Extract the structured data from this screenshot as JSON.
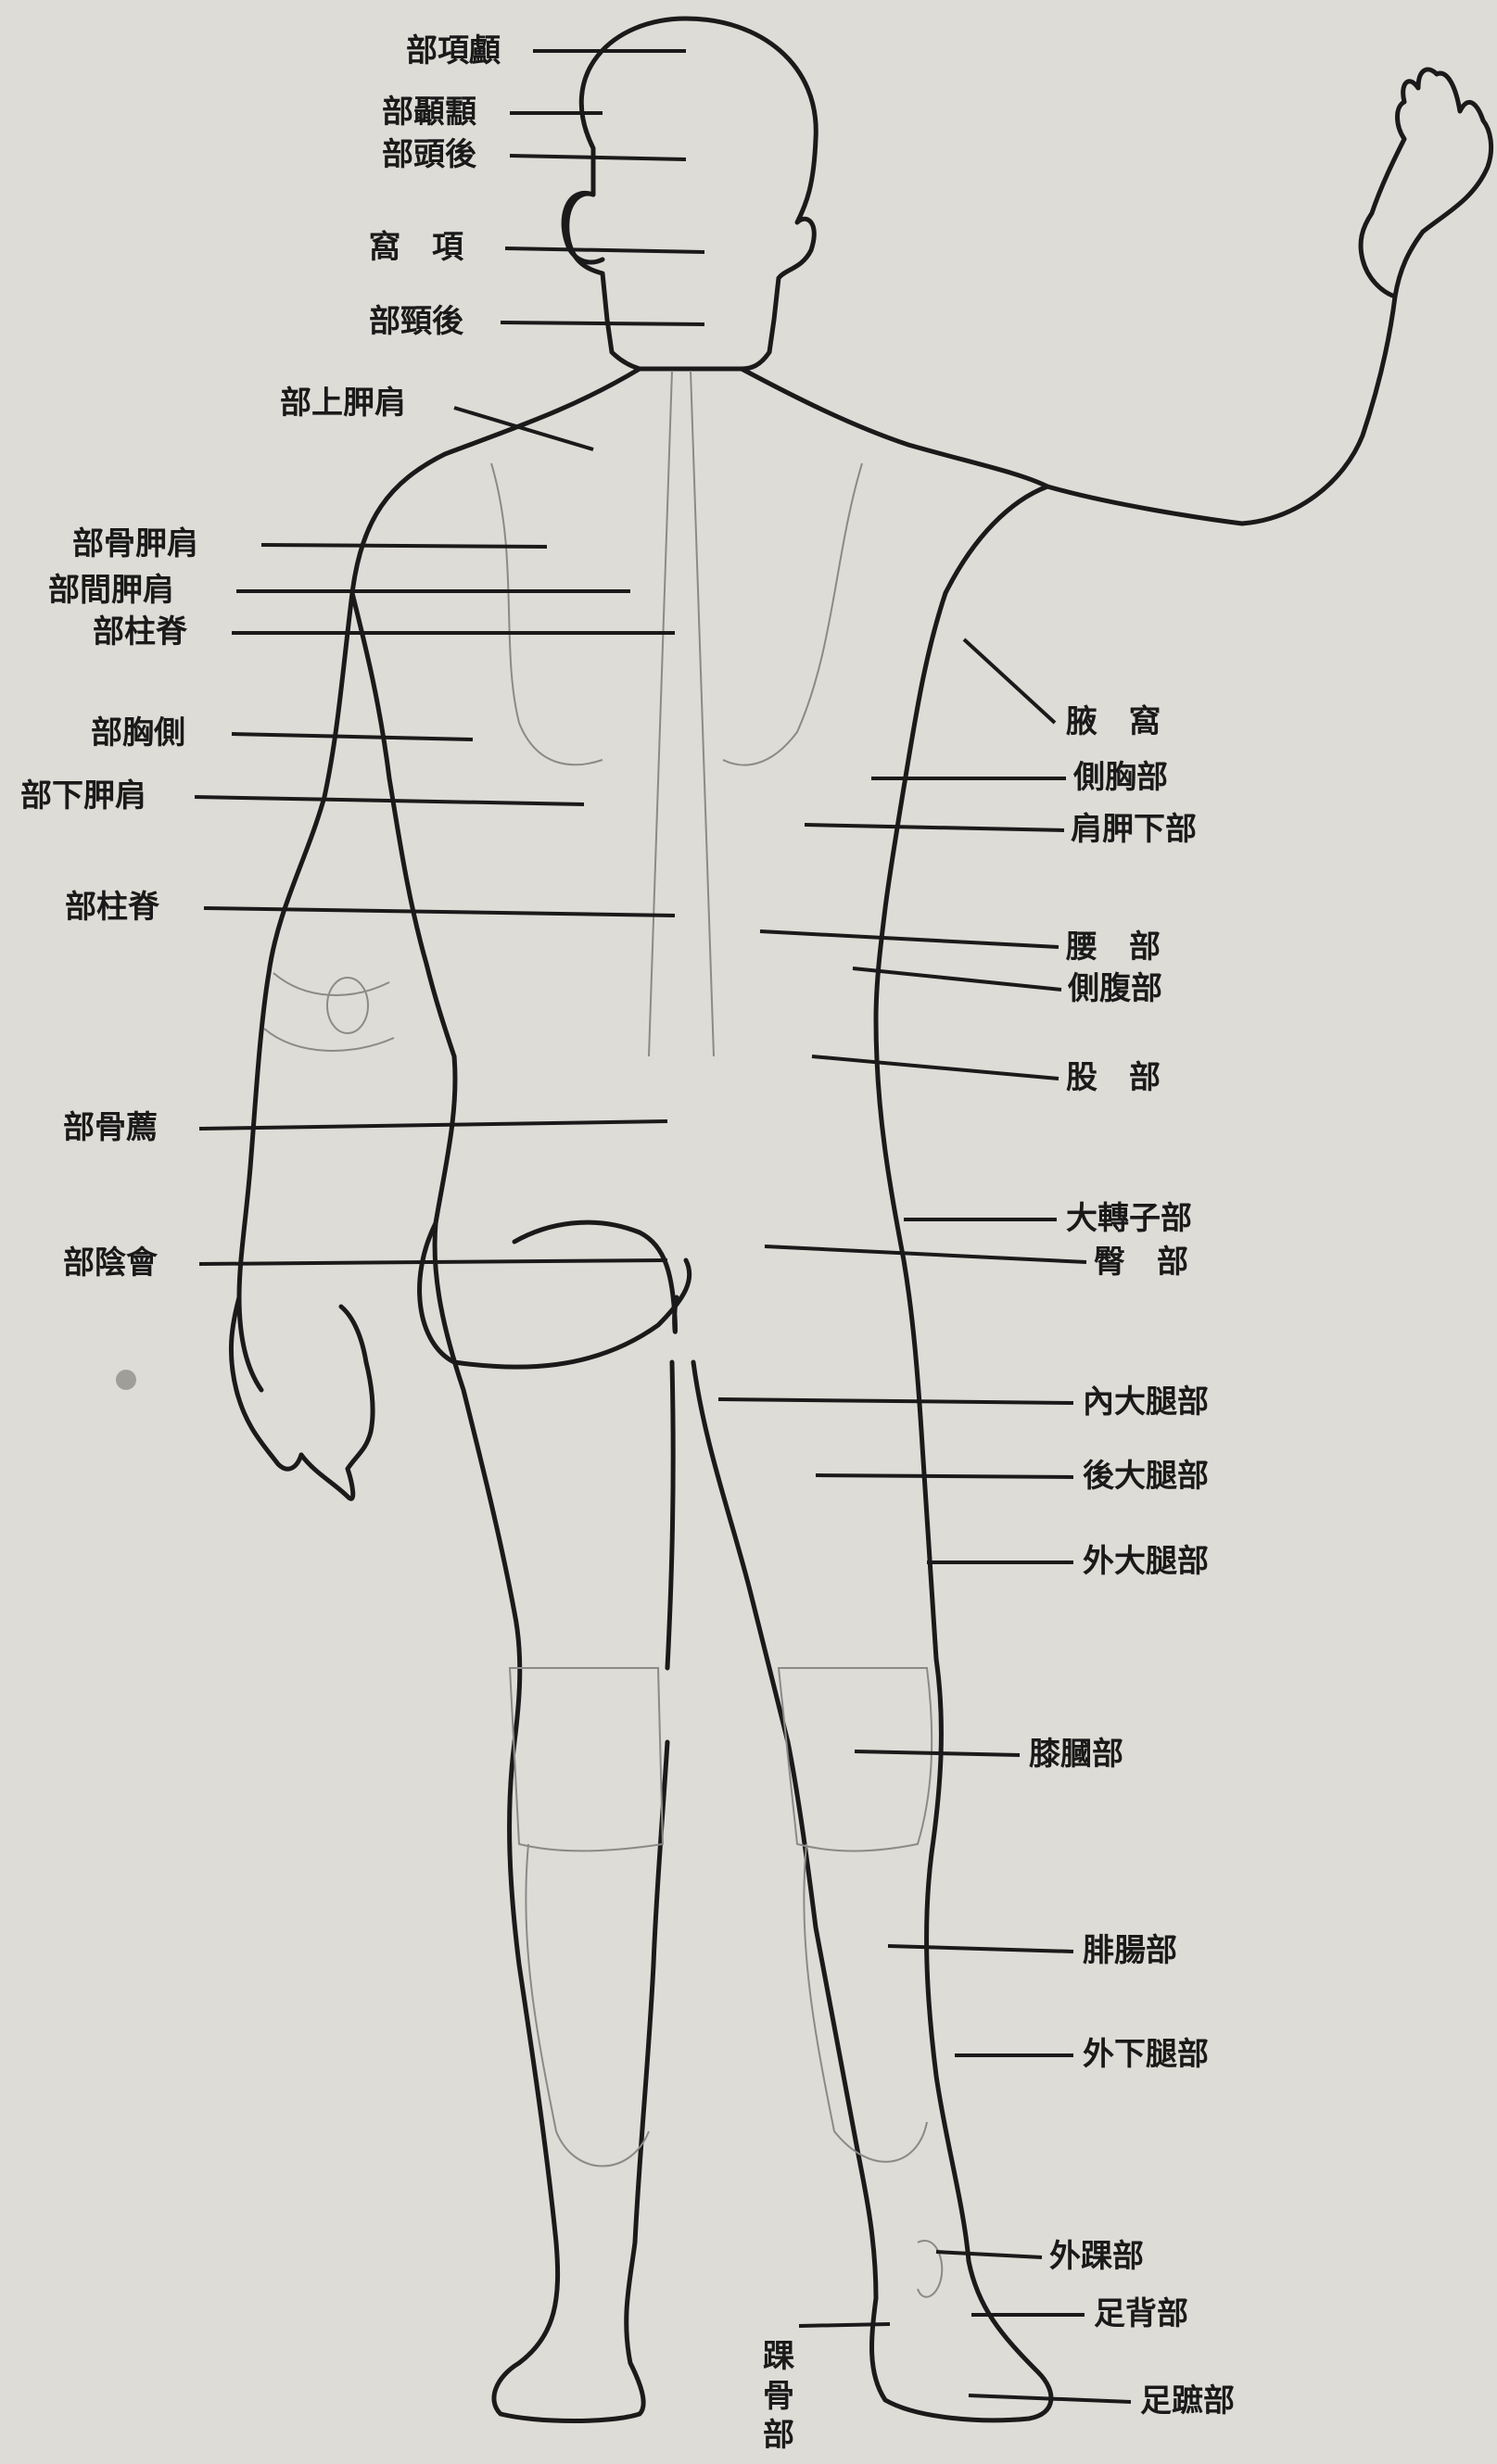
{
  "colors": {
    "paper": "#dedcd6",
    "ink": "#1a1a1a",
    "thin_line": "#8a8a88"
  },
  "labels": {
    "crown": "部項顱",
    "temporal": "部顳顬",
    "occipital": "部頭後",
    "nape_fossa": "窩　項",
    "back_of_neck": "部頸後",
    "suprascapular": "部上胛肩",
    "scapular": "部骨胛肩",
    "interscapular": "部間胛肩",
    "spinal_upper": "部柱脊",
    "lateral_chest_left": "部胸側",
    "infrascapular_left": "部下胛肩",
    "spinal_lower": "部柱脊",
    "sacral": "部骨薦",
    "perineal": "部陰會",
    "axillary_fossa": "腋　窩",
    "lateral_chest_right": "側胸部",
    "infrascapular_right": "肩胛下部",
    "lumbar": "腰　部",
    "lateral_abdomen": "側腹部",
    "hip": "股　部",
    "greater_trochanter": "大轉子部",
    "gluteal": "臀　部",
    "inner_thigh": "內大腿部",
    "posterior_thigh": "後大腿部",
    "outer_thigh": "外大腿部",
    "popliteal": "膝膕部",
    "calf": "腓腸部",
    "outer_lower_leg": "外下腿部",
    "lateral_malleolus": "外踝部",
    "dorsum_foot": "足背部",
    "sole": "足蹠部",
    "heel": "踝骨部"
  }
}
